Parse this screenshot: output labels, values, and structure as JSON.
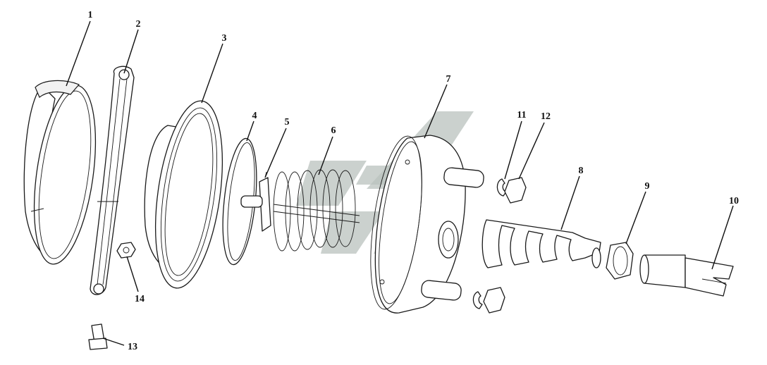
{
  "callouts": [
    {
      "label": "1"
    },
    {
      "label": "2"
    },
    {
      "label": "3"
    },
    {
      "label": "4"
    },
    {
      "label": "5"
    },
    {
      "label": "6"
    },
    {
      "label": "7"
    },
    {
      "label": "8"
    },
    {
      "label": "9"
    },
    {
      "label": "10"
    },
    {
      "label": "11"
    },
    {
      "label": "12"
    },
    {
      "label": "13"
    },
    {
      "label": "14"
    }
  ],
  "colors": {
    "line": "#1a1a1a",
    "background": "#ffffff",
    "watermark": "#b9c2bd"
  }
}
